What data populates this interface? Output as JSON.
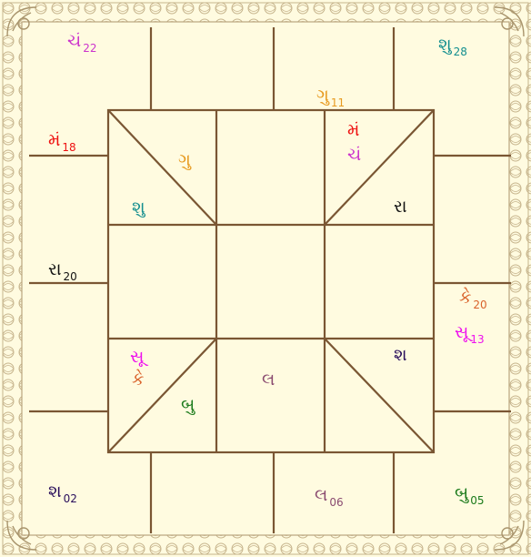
{
  "colors": {
    "background": "#fffbe0",
    "line": "#7a5633",
    "border": "#b9a57e"
  },
  "border_style": "ornamental-floral-frame",
  "outer_labels": [
    {
      "id": "top-left",
      "planet": "ચં",
      "degree": "22",
      "color": "#cc33cc"
    },
    {
      "id": "top-right",
      "planet": "શુ",
      "degree": "28",
      "color": "#148f8f"
    },
    {
      "id": "top-center",
      "planet": "ગુ",
      "degree": "11",
      "color": "#e79a1f"
    },
    {
      "id": "left-upper",
      "planet": "મં",
      "degree": "18",
      "color": "#ee1111"
    },
    {
      "id": "left-middle",
      "planet": "રા",
      "degree": "20",
      "color": "#111111"
    },
    {
      "id": "right-upper",
      "planet": "કે",
      "degree": "20",
      "color": "#d9622b"
    },
    {
      "id": "right-lower",
      "planet": "સૂ",
      "degree": "13",
      "color": "#ee11ee"
    },
    {
      "id": "bottom-left",
      "planet": "શ",
      "degree": "02",
      "color": "#2a0f5c"
    },
    {
      "id": "bottom-center",
      "planet": "લ",
      "degree": "06",
      "color": "#8a4a70"
    },
    {
      "id": "bottom-right",
      "planet": "બુ",
      "degree": "05",
      "color": "#1a7a1a"
    }
  ],
  "inner_labels": [
    {
      "id": "house-top-left-a",
      "text": "ગુ",
      "color": "#e79a1f"
    },
    {
      "id": "house-top-left-b",
      "text": "શુ",
      "color": "#148f8f"
    },
    {
      "id": "house-top-right-a",
      "text": "મં",
      "color": "#ee1111"
    },
    {
      "id": "house-top-right-b",
      "text": "ચં",
      "color": "#cc33cc"
    },
    {
      "id": "house-top-right-c",
      "text": "રા",
      "color": "#111111"
    },
    {
      "id": "house-bottom-left-a",
      "text": "સૂ",
      "color": "#ee11ee"
    },
    {
      "id": "house-bottom-left-b",
      "text": "કે",
      "color": "#d9622b"
    },
    {
      "id": "house-bottom-left-c",
      "text": "બુ",
      "color": "#1a7a1a"
    },
    {
      "id": "house-bottom-center",
      "text": "લ",
      "color": "#8a4a70"
    },
    {
      "id": "house-bottom-right",
      "text": "શ",
      "color": "#2a0f5c"
    }
  ]
}
